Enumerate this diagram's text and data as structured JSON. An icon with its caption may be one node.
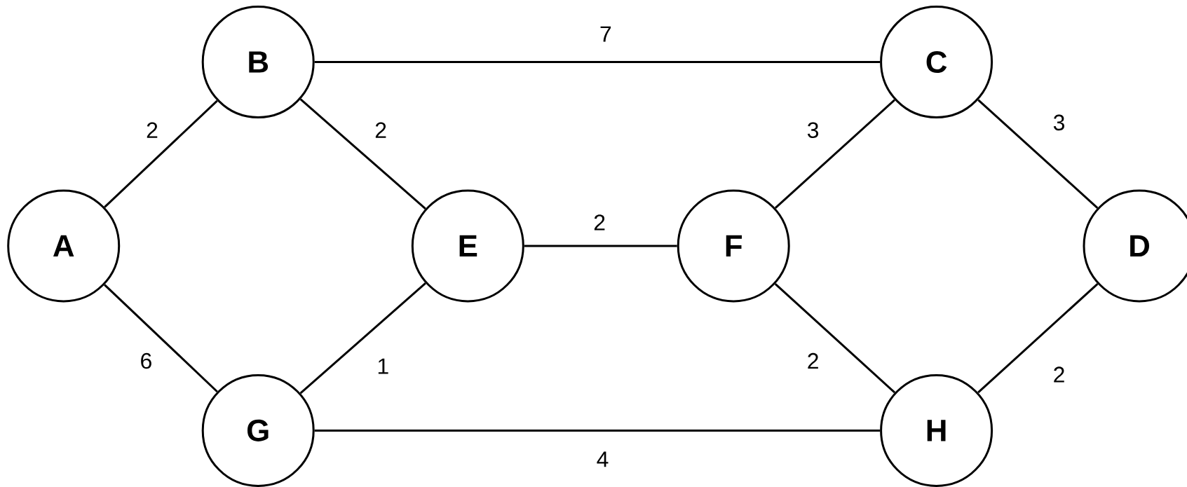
{
  "diagram": {
    "nodes": [
      {
        "text": [
          "A"
        ]
      },
      {
        "text": [
          "B"
        ]
      },
      {
        "text": [
          "C"
        ]
      },
      {
        "text": [
          "D"
        ]
      },
      {
        "text": [
          "E"
        ]
      },
      {
        "text": [
          "F"
        ]
      },
      {
        "text": [
          "G"
        ]
      },
      {
        "text": [
          "H"
        ]
      }
    ],
    "edges": [
      {
        "from": 0,
        "to": 1,
        "arrow": "none",
        "label": "2"
      },
      {
        "from": 1,
        "to": 2,
        "arrow": "none",
        "label": "7"
      },
      {
        "from": 1,
        "to": 4,
        "arrow": "none",
        "label": "2"
      },
      {
        "from": 2,
        "to": 5,
        "arrow": "none",
        "label": "3"
      },
      {
        "from": 2,
        "to": 3,
        "arrow": "none",
        "label": "3"
      },
      {
        "from": 4,
        "to": 5,
        "arrow": "none",
        "label": "2"
      },
      {
        "from": 0,
        "to": 6,
        "arrow": "none",
        "label": "6"
      },
      {
        "from": 6,
        "to": 4,
        "arrow": "none",
        "label": "1"
      },
      {
        "from": 5,
        "to": 7,
        "arrow": "none",
        "label": "2"
      },
      {
        "from": 3,
        "to": 7,
        "arrow": "none",
        "label": "2"
      },
      {
        "from": 6,
        "to": 7,
        "arrow": "none",
        "label": "4"
      }
    ]
  }
}
